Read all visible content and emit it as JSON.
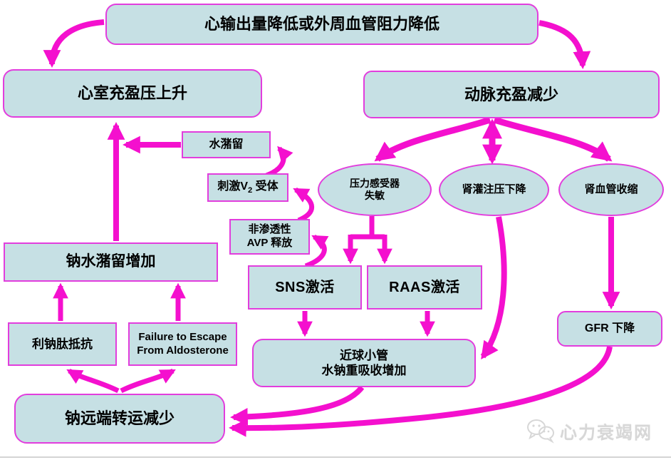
{
  "colors": {
    "node_fill": "#c6e0e4",
    "node_border": "#e23ddd",
    "arrow": "#f410ce",
    "text": "#000000",
    "watermark": "#d7d7d7"
  },
  "nodes": {
    "cardiac_output": {
      "label": "心输出量降低或外周血管阻力降低"
    },
    "ventricular_filling": {
      "label": "心室充盈压上升"
    },
    "arterial_filling": {
      "label": "动脉充盈减少"
    },
    "water_retention": {
      "label": "水潴留"
    },
    "v2_receptor": {
      "prefix": "刺激V",
      "sub": "2",
      "suffix": " 受体"
    },
    "avp_release": {
      "line1": "非渗透性",
      "line2": "AVP 释放"
    },
    "baroreceptor": {
      "line1": "压力感受器",
      "line2": "失敏"
    },
    "renal_perfusion": {
      "label": "肾灌注压下降"
    },
    "renal_vasoconstriction": {
      "label": "肾血管收缩"
    },
    "sns_activation": {
      "label": "SNS激活"
    },
    "raas_activation": {
      "label": "RAAS激活"
    },
    "sodium_water_retention": {
      "label": "钠水潴留增加"
    },
    "natriuretic_resistance": {
      "label": "利钠肽抵抗"
    },
    "aldosterone_escape_failure": {
      "line1": "Failure to Escape",
      "line2": "From Aldosterone"
    },
    "proximal_tubule": {
      "line1": "近球小管",
      "line2": "水钠重吸收增加"
    },
    "gfr_decrease": {
      "label": "GFR 下降"
    },
    "distal_sodium_transport": {
      "label": "钠远端转运减少"
    }
  },
  "watermark": {
    "label": "心力衰竭网",
    "icon": "wechat-bubbles-icon"
  }
}
